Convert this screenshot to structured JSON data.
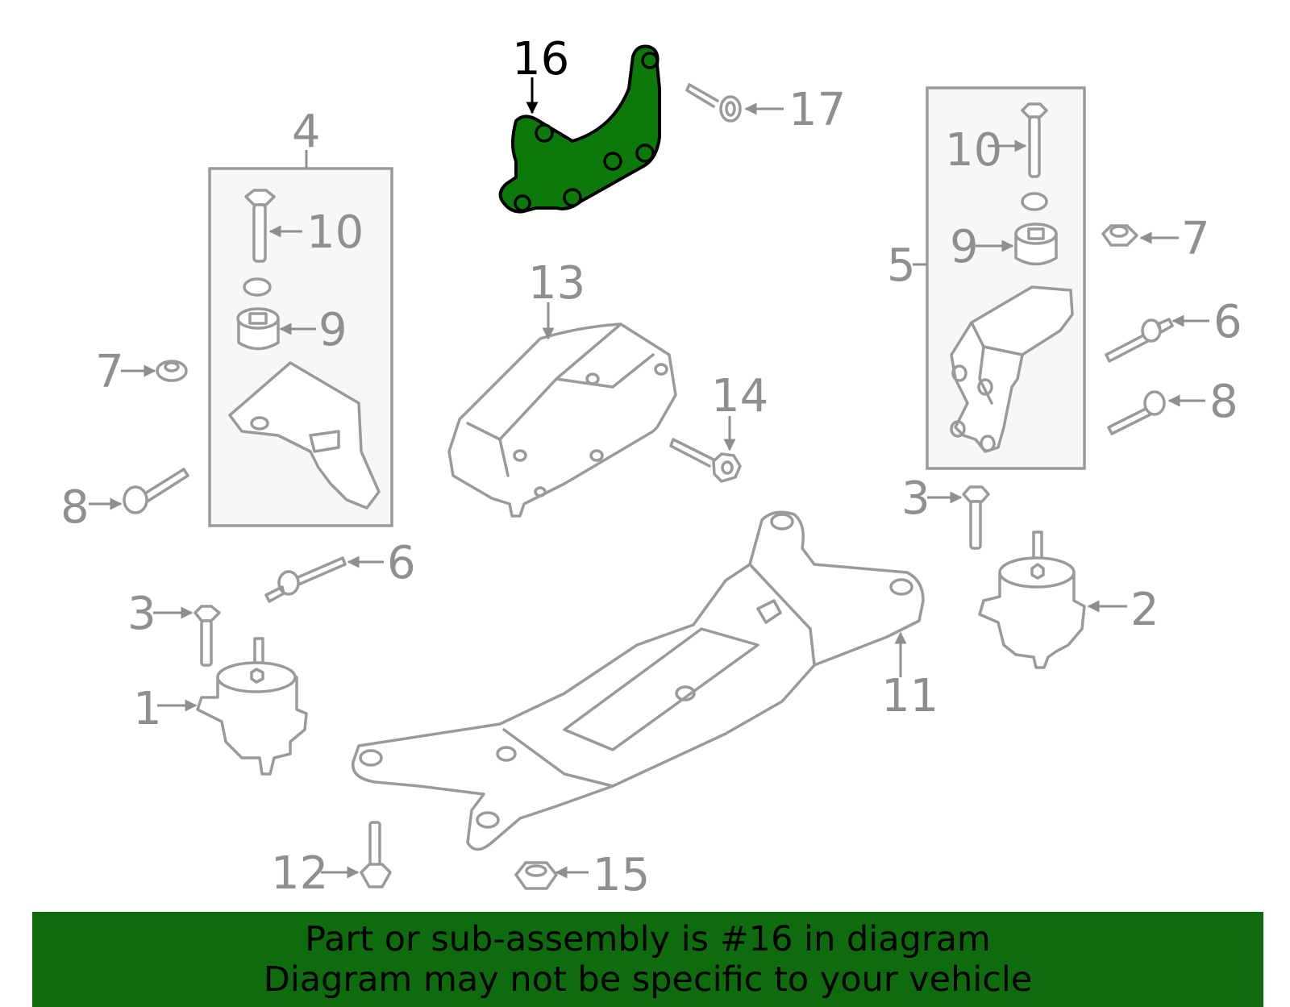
{
  "colors": {
    "highlight": "#0b7a0b",
    "banner": "#0e6b0e",
    "line": "#9a9a9a"
  },
  "callouts": {
    "c16": "16",
    "c17": "17",
    "c4": "4",
    "c10a": "10",
    "c9a": "9",
    "c7a": "7",
    "c8a": "8",
    "c13": "13",
    "c14": "14",
    "c5": "5",
    "c10b": "10",
    "c9b": "9",
    "c7b": "7",
    "c6b": "6",
    "c8b": "8",
    "c3b": "3",
    "c6a": "6",
    "c3a": "3",
    "c1": "1",
    "c2": "2",
    "c11": "11",
    "c12": "12",
    "c15": "15"
  },
  "banner": {
    "line1": "Part or sub-assembly is #16 in diagram",
    "line2": "Diagram may not be specific to your vehicle"
  }
}
